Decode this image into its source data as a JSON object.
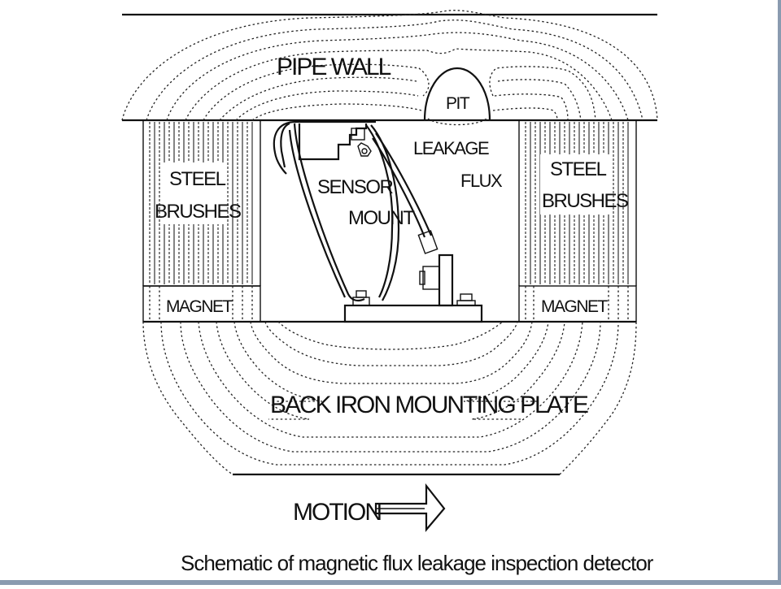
{
  "labels": {
    "pipe_wall": "PIPE WALL",
    "pit": "PIT",
    "leakage": "LEAKAGE",
    "flux": "FLUX",
    "steel": "STEEL",
    "brushes": "BRUSHES",
    "sensor": "SENSOR",
    "mount": "MOUNT",
    "magnet": "MAGNET",
    "back_iron": "BACK IRON MOUNTING PLATE",
    "motion": "MOTION"
  },
  "caption": "Schematic of magnetic flux leakage inspection detector",
  "icons": [
    "motion-arrow-icon"
  ]
}
